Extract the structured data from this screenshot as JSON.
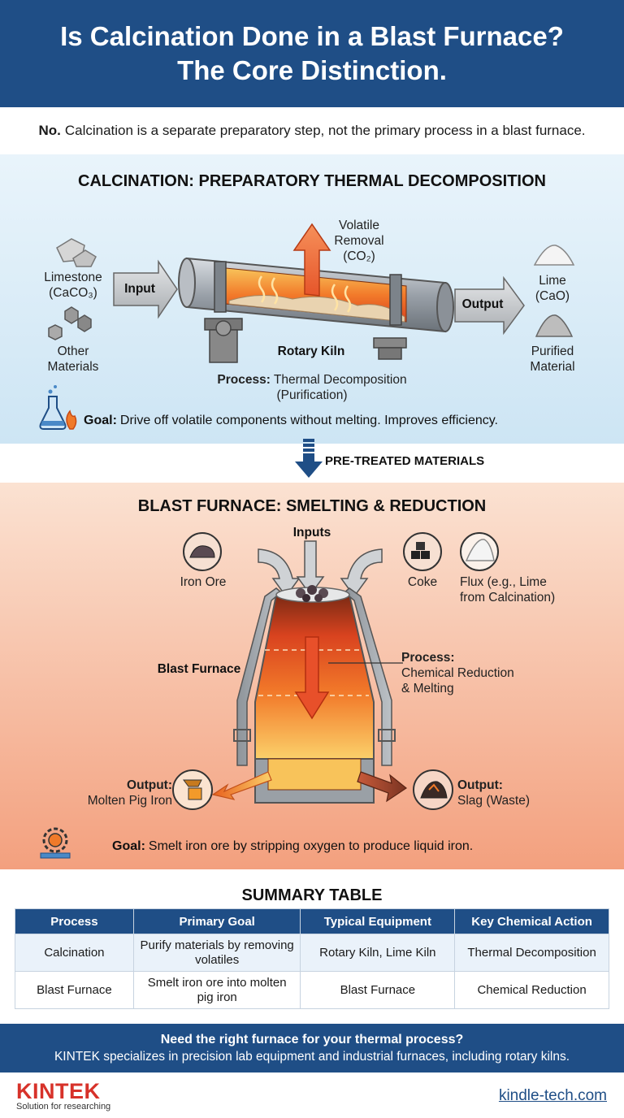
{
  "header": {
    "title_line1": "Is Calcination Done in a Blast Furnace?",
    "title_line2": "The Core Distinction."
  },
  "intro": {
    "bold": "No.",
    "text": "Calcination is a separate preparatory step, not the primary process in a blast furnace."
  },
  "calcination": {
    "title": "CALCINATION: PREPARATORY THERMAL DECOMPOSITION",
    "volatile_line1": "Volatile Removal",
    "volatile_line2": "(CO₂)",
    "limestone_line1": "Limestone",
    "limestone_line2": "(CaCO₃)",
    "other_line1": "Other",
    "other_line2": "Materials",
    "input_label": "Input",
    "output_label": "Output",
    "kiln_label": "Rotary Kiln",
    "lime_line1": "Lime",
    "lime_line2": "(CaO)",
    "purified_line1": "Purified",
    "purified_line2": "Material",
    "process_bold": "Process:",
    "process_text": "Thermal Decomposition",
    "process_line2": "(Purification)",
    "goal_bold": "Goal:",
    "goal_text": "Drive off volatile components without melting. Improves efficiency."
  },
  "transition": {
    "label": "PRE-TREATED MATERIALS"
  },
  "blast_furnace": {
    "title": "BLAST FURNACE: SMELTING & REDUCTION",
    "inputs_label": "Inputs",
    "iron_ore": "Iron Ore",
    "coke": "Coke",
    "flux_line1": "Flux (e.g., Lime",
    "flux_line2": "from Calcination)",
    "furnace_label": "Blast Furnace",
    "process_bold": "Process:",
    "process_line1": "Chemical Reduction",
    "process_line2": "& Melting",
    "output_bold": "Output:",
    "pig_iron": "Molten Pig Iron",
    "slag": "Slag (Waste)",
    "goal_bold": "Goal:",
    "goal_text": "Smelt iron ore by stripping oxygen to produce liquid iron."
  },
  "summary": {
    "title": "SUMMARY TABLE",
    "headers": [
      "Process",
      "Primary Goal",
      "Typical Equipment",
      "Key Chemical Action"
    ],
    "rows": [
      [
        "Calcination",
        "Purify materials by removing volatiles",
        "Rotary Kiln, Lime Kiln",
        "Thermal Decomposition"
      ],
      [
        "Blast Furnace",
        "Smelt iron ore into molten pig iron",
        "Blast Furnace",
        "Chemical Reduction"
      ]
    ]
  },
  "cta": {
    "line1": "Need the right furnace for your thermal process?",
    "line2": "KINTEK specializes in precision lab equipment and industrial furnaces, including rotary kilns."
  },
  "footer": {
    "logo": "KINTEK",
    "tagline": "Solution for researching",
    "website": "kindle-tech.com"
  },
  "colors": {
    "primary_blue": "#1f4e86",
    "brand_red": "#d7322a",
    "hot_orange": "#f07a2a"
  }
}
